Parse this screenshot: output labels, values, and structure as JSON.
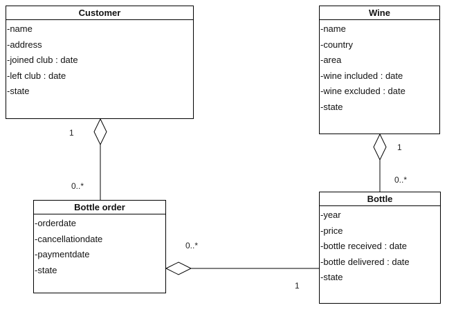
{
  "diagram": {
    "classes": {
      "customer": {
        "name": "Customer",
        "attributes": [
          "-name",
          "-address",
          "-joined club : date",
          "-left club : date",
          "-state"
        ]
      },
      "wine": {
        "name": "Wine",
        "attributes": [
          "-name",
          "-country",
          "-area",
          "-wine included : date",
          "-wine excluded : date",
          "-state"
        ]
      },
      "bottle_order": {
        "name": "Bottle order",
        "attributes": [
          "-orderdate",
          "-cancellationdate",
          "-paymentdate",
          "-state"
        ]
      },
      "bottle": {
        "name": "Bottle",
        "attributes": [
          "-year",
          "-price",
          "-bottle received : date",
          "-bottle delivered : date",
          "-state"
        ]
      }
    },
    "associations": [
      {
        "from": "Customer",
        "to": "Bottle order",
        "type": "aggregation",
        "aggregate_end": "Customer",
        "from_multiplicity": "1",
        "to_multiplicity": "0..*"
      },
      {
        "from": "Wine",
        "to": "Bottle",
        "type": "aggregation",
        "aggregate_end": "Wine",
        "from_multiplicity": "1",
        "to_multiplicity": "0..*"
      },
      {
        "from": "Bottle order",
        "to": "Bottle",
        "type": "aggregation",
        "aggregate_end": "Bottle order",
        "from_multiplicity": "0..*",
        "to_multiplicity": "1"
      }
    ]
  }
}
